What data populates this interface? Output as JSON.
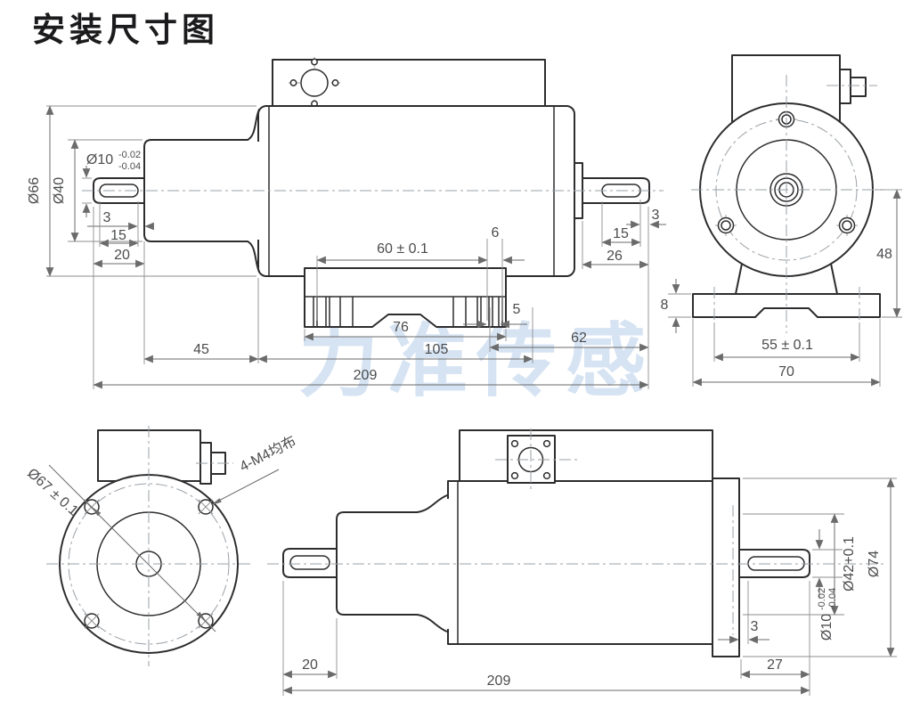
{
  "title": "安装尺寸图",
  "watermark": "力准传感",
  "colors": {
    "outline": "#2d2d2f",
    "dimension_lines": "#6b6b6b",
    "centerlines": "#9aa0a6",
    "dimension_text": "#4b4c4e",
    "watermark": "#bdd2ec",
    "background": "#ffffff"
  },
  "views": {
    "top_side": {
      "label": "side view (top left)",
      "dims": {
        "dia66": "Ø66",
        "dia40": "Ø40",
        "dia10_main": "Ø10",
        "dia10_upper": "-0.02",
        "dia10_lower": "-0.04",
        "key_offset_left": "3",
        "key_len_left": "15",
        "shaft_len_left": "20",
        "slot_span": "60 ± 0.1",
        "slot_top_width": "6",
        "slot_width": "5",
        "base_len": "76",
        "body_span": "105",
        "right_span": "62",
        "step_len": "45",
        "total_len": "209",
        "key_offset_right": "3",
        "key_len_right": "15",
        "shaft_len_right": "26"
      }
    },
    "front_right": {
      "label": "front view (top right)",
      "dims": {
        "center_height": "48",
        "base_thickness": "8",
        "hole_span": "55 ± 0.1",
        "base_width": "70"
      }
    },
    "front_left": {
      "label": "front view (bottom left)",
      "dims": {
        "bolt_circle": "Ø67 ± 0.1",
        "bolt_note": "4-M4均布"
      }
    },
    "bottom_side": {
      "label": "side view (bottom right)",
      "dims": {
        "shaft_len_left": "20",
        "total_len": "209",
        "shaft_len_right": "27",
        "key_offset": "3",
        "dia42": "Ø42+0.1",
        "dia74": "Ø74",
        "dia10_main": "Ø10",
        "dia10_upper": "-0.02",
        "dia10_lower": "-0.04"
      }
    }
  }
}
